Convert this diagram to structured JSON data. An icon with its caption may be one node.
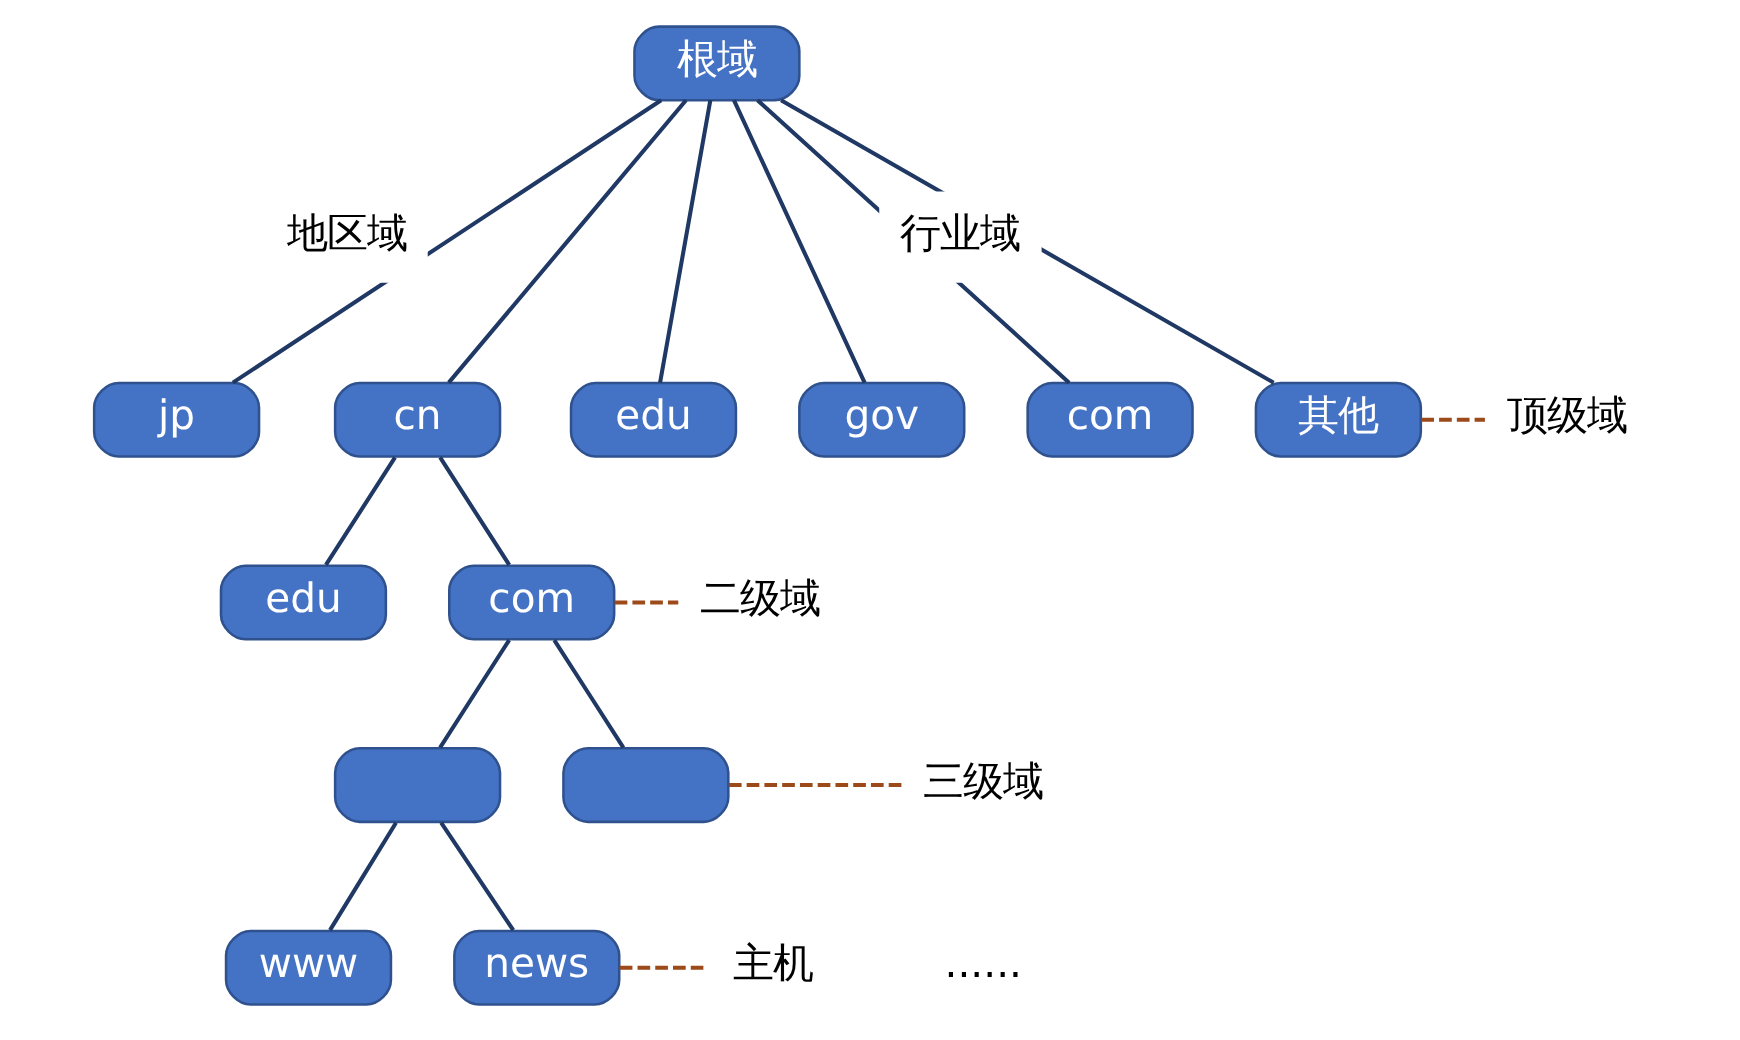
{
  "diagram": {
    "nodes": [
      {
        "text": [
          "根域"
        ]
      },
      {
        "text": [
          "jp"
        ]
      },
      {
        "text": [
          "cn"
        ]
      },
      {
        "text": [
          "edu"
        ]
      },
      {
        "text": [
          "gov"
        ]
      },
      {
        "text": [
          "com"
        ]
      },
      {
        "text": [
          "其他"
        ]
      },
      {
        "text": [
          "edu"
        ]
      },
      {
        "text": [
          "com"
        ]
      },
      {
        "text": [],
        "shape": "box"
      },
      {
        "text": [],
        "shape": "box"
      },
      {
        "text": [
          "www"
        ]
      },
      {
        "text": [
          "news"
        ]
      },
      {
        "text": [
          "顶级域"
        ]
      },
      {
        "text": [
          "二级域"
        ]
      },
      {
        "text": [
          "三级域"
        ]
      },
      {
        "text": [
          "主机"
        ]
      }
    ],
    "edges": [
      {
        "from": 0,
        "to": 1,
        "arrow": "none"
      },
      {
        "from": 0,
        "to": 2,
        "arrow": "none"
      },
      {
        "from": 0,
        "to": 3,
        "arrow": "none"
      },
      {
        "from": 0,
        "to": 4,
        "arrow": "none"
      },
      {
        "from": 0,
        "to": 5,
        "arrow": "none"
      },
      {
        "from": 0,
        "to": 6,
        "arrow": "none"
      },
      {
        "from": 2,
        "to": 7,
        "arrow": "none"
      },
      {
        "from": 2,
        "to": 8,
        "arrow": "none"
      },
      {
        "from": 8,
        "to": 9,
        "arrow": "none"
      },
      {
        "from": 8,
        "to": 10,
        "arrow": "none"
      },
      {
        "from": 9,
        "to": 11,
        "arrow": "none"
      },
      {
        "from": 9,
        "to": 12,
        "arrow": "none"
      },
      {
        "from": 6,
        "to": 13,
        "arrow": "none",
        "style": "dashed",
        "color": "#9c4a1a"
      },
      {
        "from": 8,
        "to": 14,
        "arrow": "none",
        "style": "dashed",
        "color": "#9c4a1a"
      },
      {
        "from": 10,
        "to": 15,
        "arrow": "none",
        "style": "dashed",
        "color": "#9c4a1a"
      },
      {
        "from": 12,
        "to": 16,
        "arrow": "none",
        "style": "dashed",
        "color": "#9c4a1a"
      }
    ],
    "labels": [
      "地区域",
      "行业域",
      "......"
    ]
  }
}
